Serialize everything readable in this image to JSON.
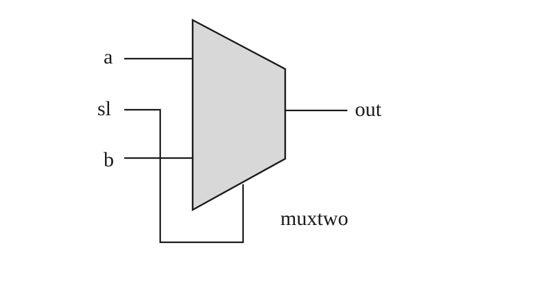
{
  "diagram": {
    "inputs": {
      "a": "a",
      "sl": "sl",
      "b": "b"
    },
    "output": "out",
    "module_name": "muxtwo",
    "colors": {
      "body_fill": "#d8d8d8",
      "stroke": "#1a1a1a"
    }
  }
}
